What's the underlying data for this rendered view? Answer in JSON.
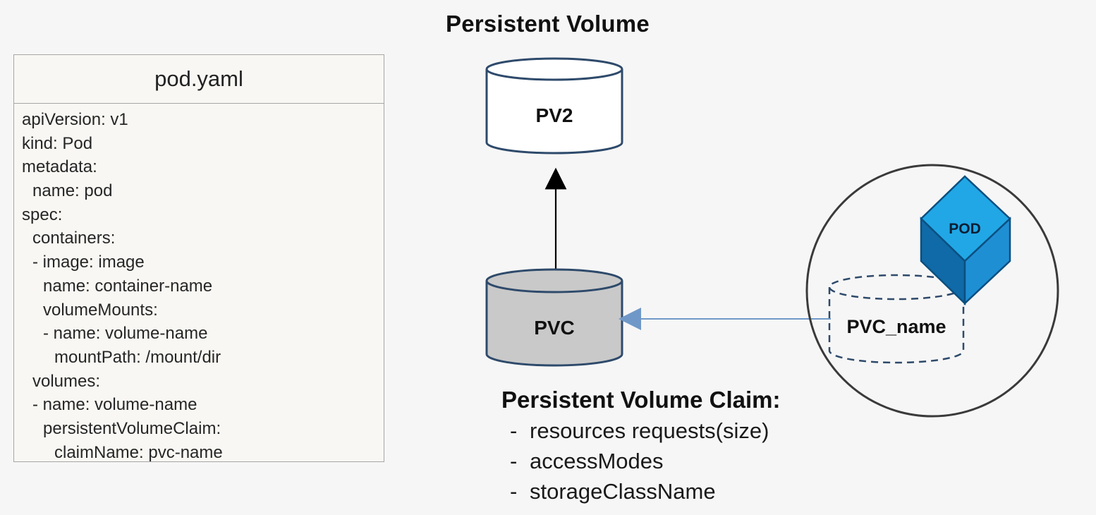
{
  "yaml_panel": {
    "title": "pod.yaml",
    "lines": [
      {
        "indent": 0,
        "text": "apiVersion: v1"
      },
      {
        "indent": 0,
        "text": "kind: Pod"
      },
      {
        "indent": 0,
        "text": "metadata:"
      },
      {
        "indent": 1,
        "text": "name: pod"
      },
      {
        "indent": 0,
        "text": "spec:"
      },
      {
        "indent": 1,
        "text": "containers:"
      },
      {
        "indent": 1,
        "text": "- image: image"
      },
      {
        "indent": 2,
        "text": "name: container-name"
      },
      {
        "indent": 2,
        "text": "volumeMounts:"
      },
      {
        "indent": 2,
        "text": "- name: volume-name"
      },
      {
        "indent": 3,
        "text": "mountPath: /mount/dir"
      },
      {
        "indent": 1,
        "text": "volumes:"
      },
      {
        "indent": 1,
        "text": "- name: volume-name"
      },
      {
        "indent": 2,
        "text": "persistentVolumeClaim:"
      },
      {
        "indent": 3,
        "text": "claimName: pvc-name"
      }
    ]
  },
  "diagram": {
    "pv_title": "Persistent Volume",
    "pv2_label": "PV2",
    "pvc_label": "PVC",
    "pod_label": "POD",
    "pvc_name_label": "PVC_name",
    "pvc_claim_title": "Persistent Volume Claim:",
    "pvc_claim_items": [
      "resources requests(size)",
      "accessModes",
      "storageClassName"
    ]
  },
  "colors": {
    "background": "#f6f6f6",
    "cylinder_stroke": "#2e4a6b",
    "pvc_fill": "#c9c9c9",
    "pod_front": "#1f8fd4",
    "pod_top": "#21a7e6",
    "pod_side": "#0f6aa7",
    "arrow_blue": "#6f98c8"
  }
}
